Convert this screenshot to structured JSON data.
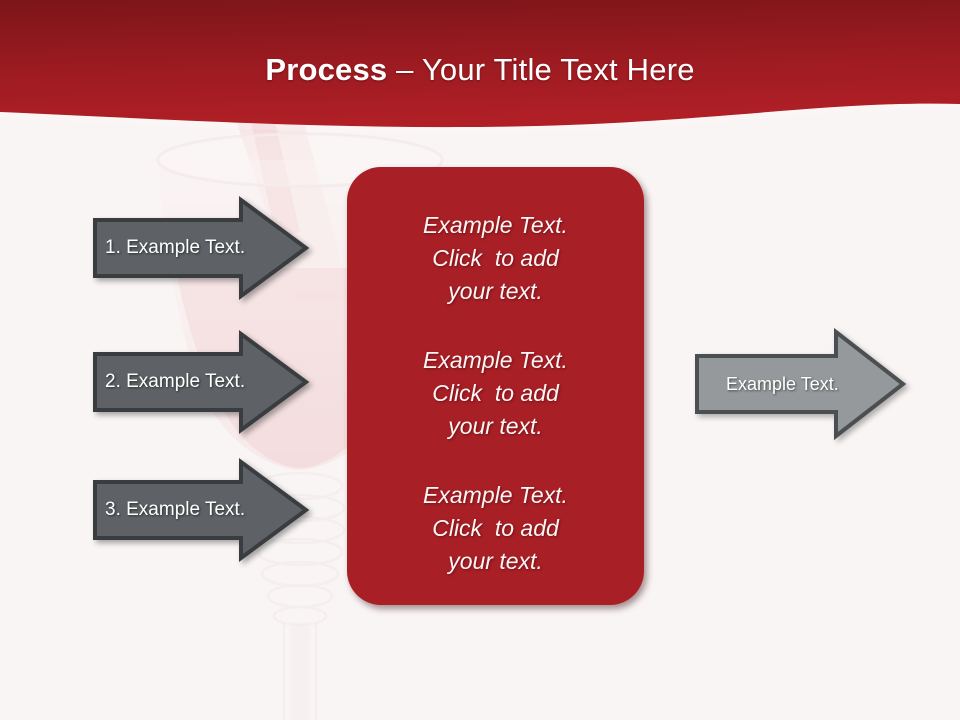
{
  "slide": {
    "title": {
      "strong": "Process",
      "rest": " – Your Title Text Here"
    },
    "background": {
      "name": "wine-pour-photo",
      "page_color": "#faf5f5",
      "header_gradient_top": "#7c1519",
      "header_gradient_bottom": "#b01f26"
    },
    "steps": [
      {
        "label": "1. Example Text."
      },
      {
        "label": "2. Example Text."
      },
      {
        "label": "3. Example Text."
      }
    ],
    "panel": {
      "color": "#a81f26",
      "blocks": [
        {
          "lines": [
            "Example Text.",
            "Click  to add",
            "your text."
          ]
        },
        {
          "lines": [
            "Example Text.",
            "Click  to add",
            "your text."
          ]
        },
        {
          "lines": [
            "Example Text.",
            "Click  to add",
            "your text."
          ]
        }
      ]
    },
    "result": {
      "label": "Example Text.",
      "color": "#96999b"
    },
    "colors": {
      "arrow_fill": "#5e6266",
      "arrow_stroke": "#3a3d40",
      "result_fill": "#96999b",
      "text_light": "#ffffff"
    }
  }
}
